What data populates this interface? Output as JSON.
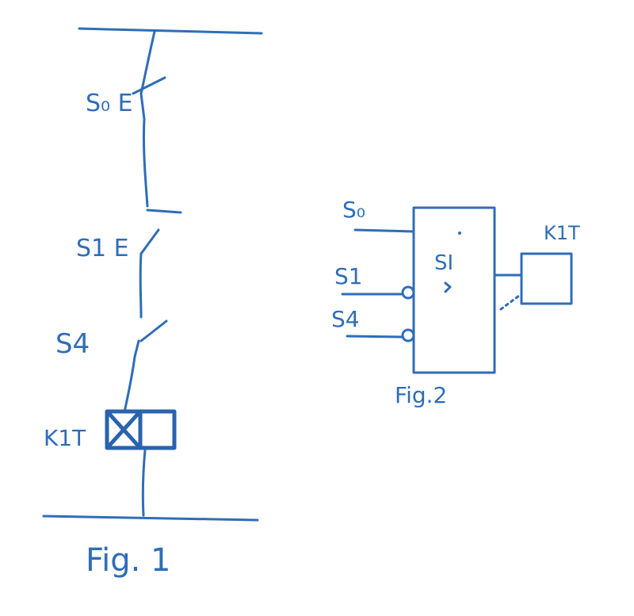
{
  "colors": {
    "ink": "#2f6db8",
    "ink_dark": "#2a63ad",
    "background": "#ffffff"
  },
  "fig1": {
    "caption": "Fig. 1",
    "labels": {
      "s0": "S₀ E",
      "s1": "S1 E",
      "s4": "S4",
      "k1t": "K1T"
    }
  },
  "fig2": {
    "caption": "Fig.2",
    "block_label": "SI",
    "inputs": [
      "S₀",
      "S1",
      "S4"
    ],
    "output_label": "K1T"
  }
}
